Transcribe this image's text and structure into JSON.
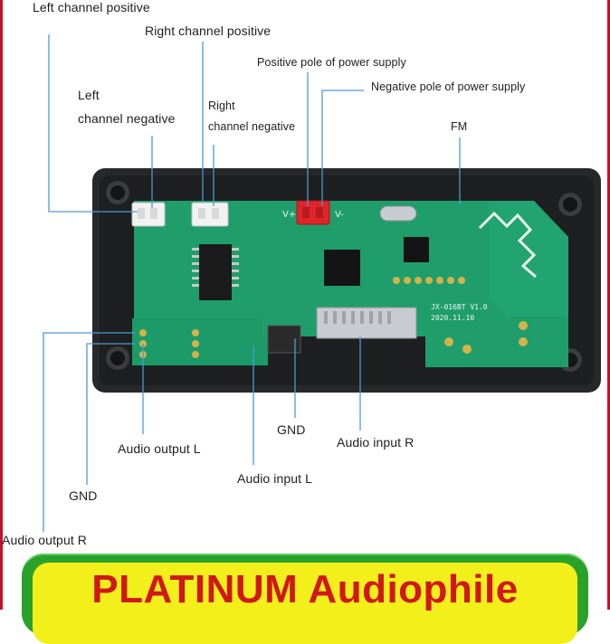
{
  "labels": {
    "left_channel_positive": "Left channel positive",
    "right_channel_positive": "Right channel positive",
    "positive_pole": "Positive pole of power supply",
    "negative_pole": "Negative pole of power supply",
    "left_channel_negative_1": "Left",
    "left_channel_negative_2": "channel negative",
    "right_channel_negative_1": "Right",
    "right_channel_negative_2": "channel negative",
    "fm": "FM",
    "gnd_center": "GND",
    "audio_input_r": "Audio input R",
    "audio_output_l": "Audio output L",
    "audio_input_l": "Audio input L",
    "gnd_left": "GND",
    "audio_output_r": "Audio output R"
  },
  "pcb_print": {
    "model": "JX-016BT V1.0",
    "date": "2020.11.10",
    "v_plus": "V+",
    "v_minus": "V-"
  },
  "banner": {
    "text": "PLATINUM Audiophile"
  },
  "colors": {
    "pcb": "#1f9e6c",
    "bezel": "#262829",
    "power_connector": "#e0252a",
    "leader_line": "#4a9ad8",
    "banner_outer": "#2aa12a",
    "banner_inner": "#f2ef1b",
    "banner_text": "#d01818"
  }
}
